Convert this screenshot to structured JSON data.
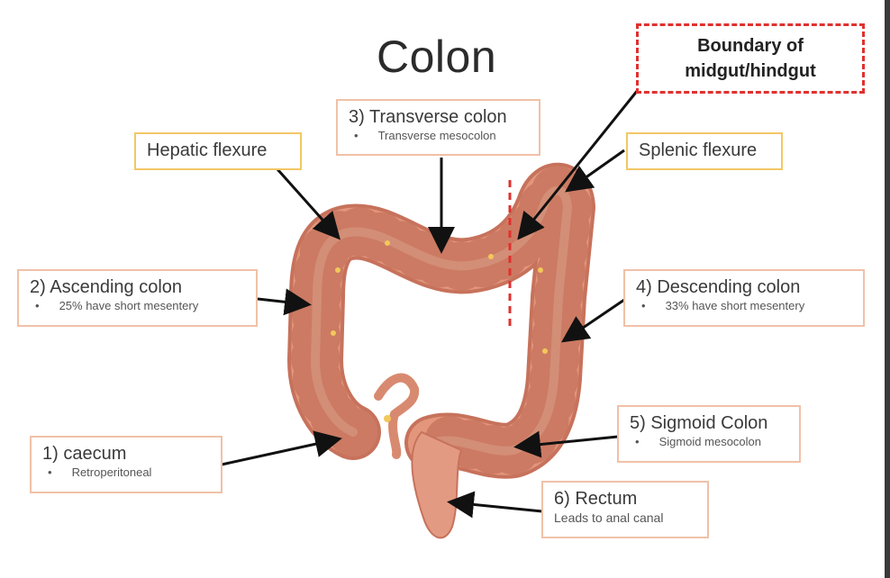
{
  "title": "Colon",
  "labels": {
    "boundary": {
      "line1": "Boundary of",
      "line2": "midgut/hindgut"
    },
    "transverse": {
      "heading": "3) Transverse colon",
      "bullet": "•",
      "note": "Transverse mesocolon"
    },
    "hepatic": {
      "heading": "Hepatic flexure"
    },
    "splenic": {
      "heading": "Splenic flexure"
    },
    "ascending": {
      "heading": "2) Ascending colon",
      "bullet": "•",
      "note": "25% have short mesentery"
    },
    "descending": {
      "heading": "4) Descending colon",
      "bullet": "•",
      "note": "33% have short mesentery"
    },
    "caecum": {
      "heading": "1) caecum",
      "bullet": "•",
      "note": "Retroperitoneal"
    },
    "sigmoid": {
      "heading": "5) Sigmoid Colon",
      "bullet": "•",
      "note": "Sigmoid mesocolon"
    },
    "rectum": {
      "heading": "6) Rectum",
      "note": "Leads to anal canal"
    }
  },
  "colors": {
    "box_border": "#f0c1a8",
    "flexure_border": "#f3c766",
    "boundary_border": "#e0312f",
    "colon_fill": "#e3967c",
    "colon_dark": "#c7725c",
    "colon_light": "#f2c0a8"
  }
}
